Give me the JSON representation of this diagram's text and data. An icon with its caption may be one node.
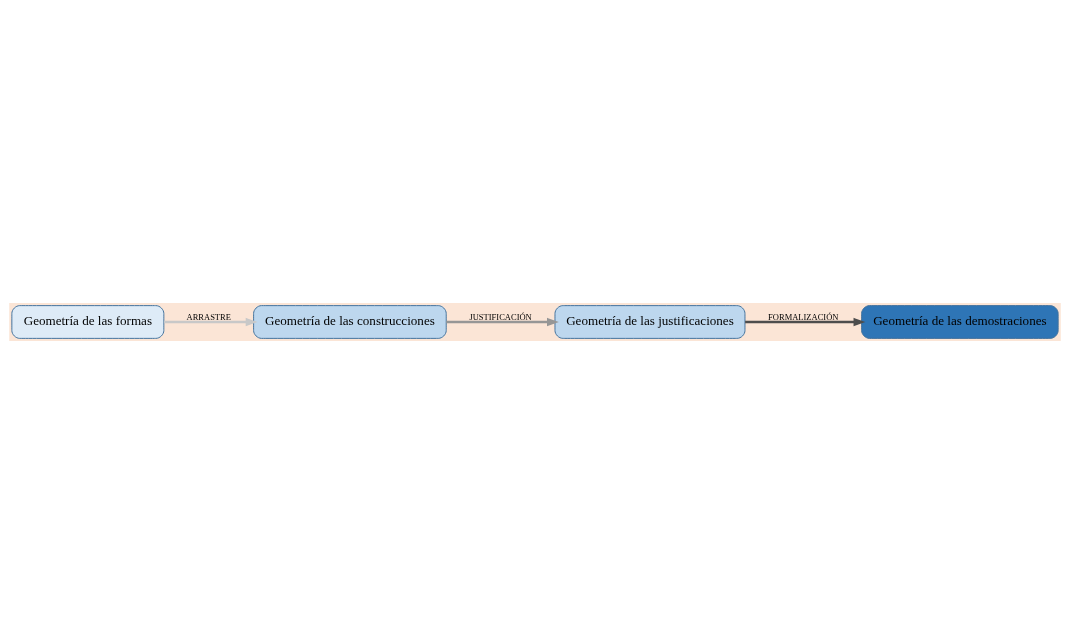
{
  "diagram": {
    "nodes": [
      {
        "text": [
          "Geometría de las formas"
        ]
      },
      {
        "text": [
          "Geometría de las construcciones"
        ]
      },
      {
        "text": [
          "Geometría de las justificaciones"
        ]
      },
      {
        "text": [
          "Geometría de las demostraciones"
        ]
      }
    ],
    "edges": [
      {
        "from": 0,
        "to": 1,
        "arrow": "to",
        "label": "ARRASTRE",
        "color": "#c8c8c8"
      },
      {
        "from": 1,
        "to": 2,
        "arrow": "to",
        "label": "JUSTIFICACIÓN",
        "color": "#969696"
      },
      {
        "from": 2,
        "to": 3,
        "arrow": "to",
        "label": "FORMALIZACIÓN",
        "color": "#4d4d4d"
      }
    ]
  }
}
